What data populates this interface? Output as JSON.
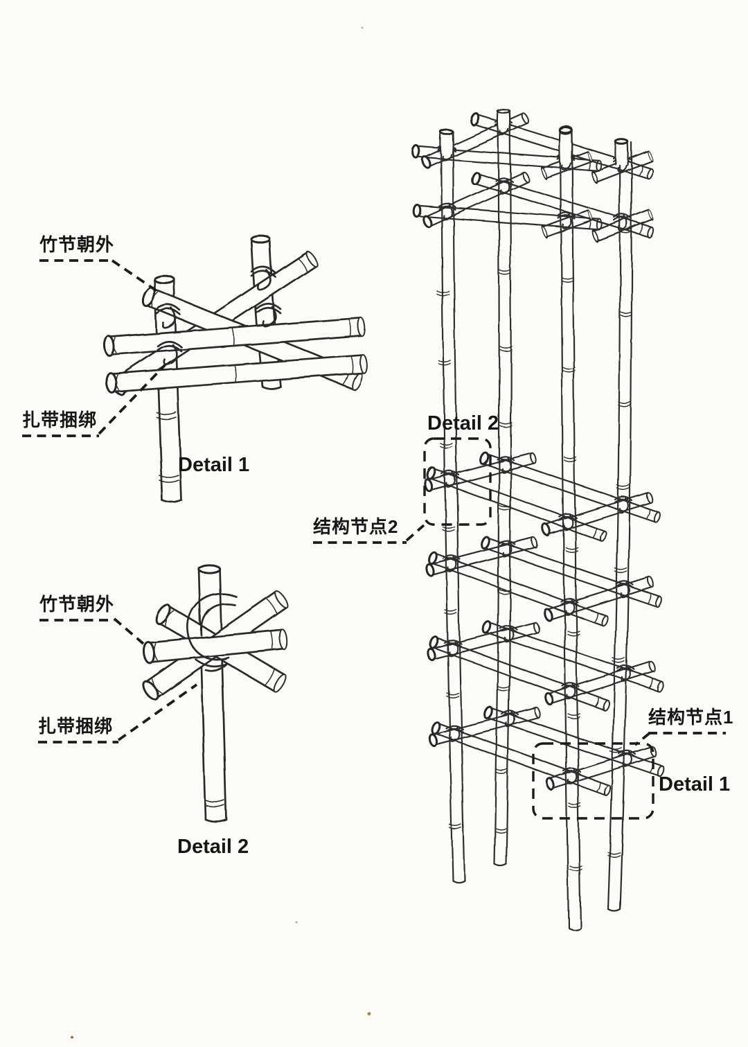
{
  "page": {
    "background": "#fcfbf7",
    "ink": "#2e2e2e"
  },
  "detail1": {
    "node_label": "竹节朝外",
    "tie_label": "扎带捆绑",
    "caption": "Detail 1"
  },
  "detail2": {
    "node_label": "竹节朝外",
    "tie_label": "扎带捆绑",
    "caption": "Detail 2"
  },
  "tower": {
    "detail2_callout": "Detail 2",
    "node2_label": "结构节点2",
    "node1_label": "结构节点1",
    "detail1_callout": "Detail 1"
  }
}
